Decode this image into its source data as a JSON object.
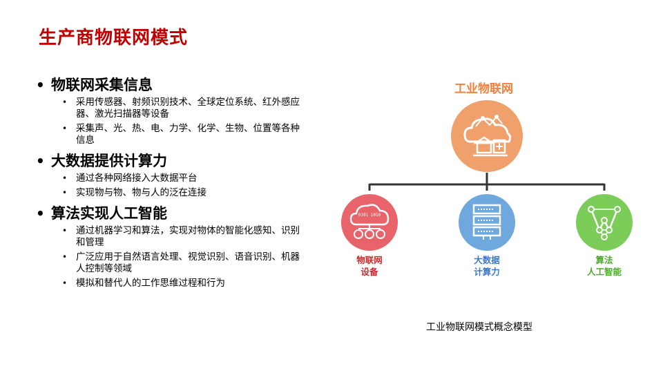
{
  "title": "生产商物联网模式",
  "sections": [
    {
      "heading": "物联网采集信息",
      "items": [
        "采用传感器、射频识别技术、全球定位系统、红外感应器、激光扫描器等设备",
        "采集声、光、热、电、力学、化学、生物、位置等各种信息"
      ]
    },
    {
      "heading": "大数据提供计算力",
      "items": [
        "通过各种网络接入大数据平台",
        "实现物与物、物与人的泛在连接"
      ]
    },
    {
      "heading": "算法实现人工智能",
      "items": [
        "通过机器学习和算法，实现对物体的智能化感知、识别和管理",
        "广泛应用于自然语言处理、视觉识别、语音识别、机器人控制等领域",
        "模拟和替代人的工作思维过程和行为"
      ]
    }
  ],
  "diagram": {
    "top": {
      "label": "工业物联网",
      "color": "#f0a06a",
      "label_color": "#f0803c",
      "icon": "cloud-factory-icon"
    },
    "nodes": [
      {
        "line1": "物联网",
        "line2": "设备",
        "color": "#e8646a",
        "label_color": "#d0262a",
        "icon": "cloud-devices-icon"
      },
      {
        "line1": "大数据",
        "line2": "计算力",
        "color": "#6fa8dc",
        "label_color": "#3a78c8",
        "icon": "server-rack-icon"
      },
      {
        "line1": "算法",
        "line2": "人工智能",
        "color": "#7ccc5a",
        "label_color": "#4aaa28",
        "icon": "network-nodes-icon"
      }
    ]
  },
  "caption": "工业物联网模式概念模型"
}
